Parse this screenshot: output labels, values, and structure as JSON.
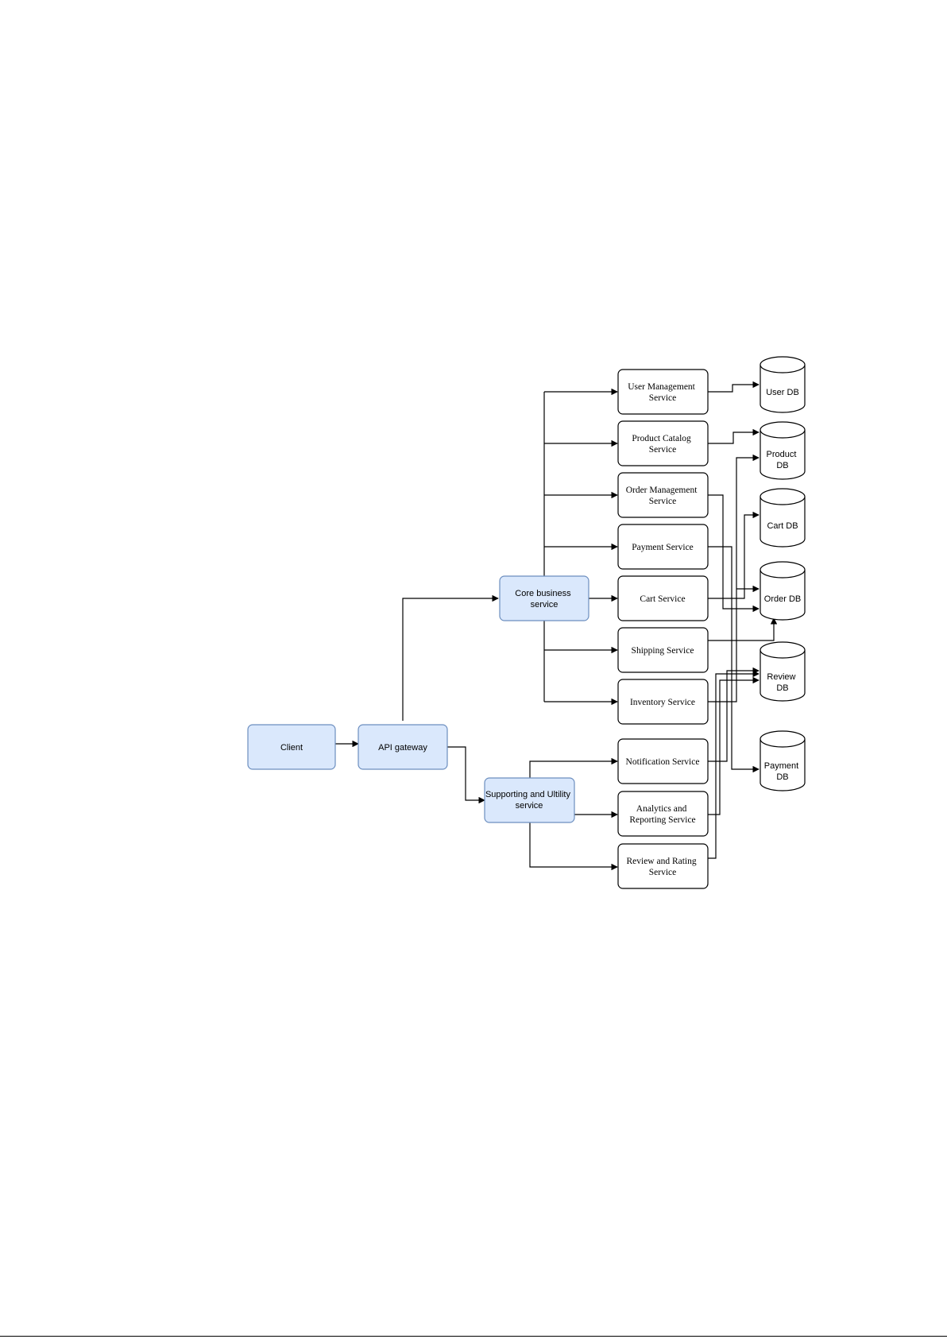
{
  "diagram": {
    "nodes": {
      "client": "Client",
      "api_gateway": "API gateway",
      "core_business": [
        "Core business",
        "service"
      ],
      "supporting_utility": [
        "Supporting and Ultility",
        "service"
      ]
    },
    "services": {
      "user_management": [
        "User Management",
        "Service"
      ],
      "product_catalog": [
        "Product Catalog",
        "Service"
      ],
      "order_management": [
        "Order Management",
        "Service"
      ],
      "payment": [
        "Payment Service"
      ],
      "cart": [
        "Cart Service"
      ],
      "shipping": [
        "Shipping Service"
      ],
      "inventory": [
        "Inventory Service"
      ],
      "notification": [
        "Notification Service"
      ],
      "analytics": [
        "Analytics and",
        "Reporting Service"
      ],
      "review_rating": [
        "Review and Rating",
        "Service"
      ]
    },
    "databases": {
      "user_db": [
        "User DB"
      ],
      "product_db": [
        "Product",
        "DB"
      ],
      "cart_db": [
        "Cart DB"
      ],
      "order_db": [
        "Order DB"
      ],
      "review_db": [
        "Review",
        "DB"
      ],
      "payment_db": [
        "Payment",
        "DB"
      ]
    },
    "colors": {
      "primary_fill": "#dae8fc",
      "primary_stroke": "#6c8ebf",
      "line": "#000000"
    }
  }
}
